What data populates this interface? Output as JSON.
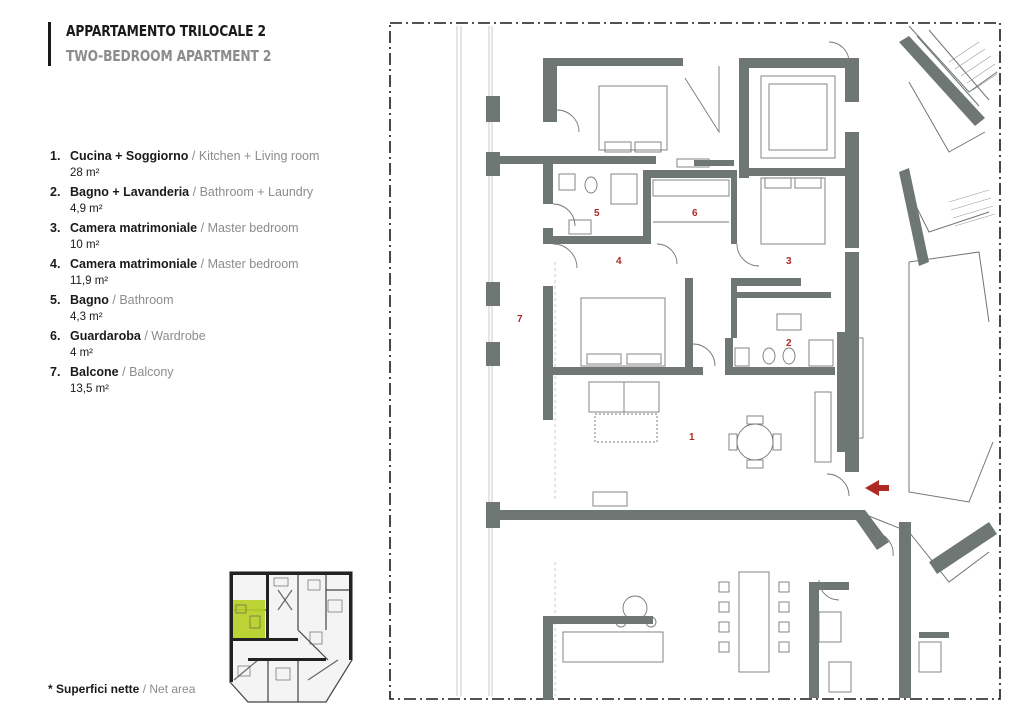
{
  "header": {
    "title": "APPARTAMENTO TRILOCALE 2",
    "subtitle": "TWO-BEDROOM APARTMENT 2"
  },
  "rooms": [
    {
      "num": "1.",
      "it": "Cucina + Soggiorno",
      "en": "Kitchen + Living room",
      "area": "28 m²"
    },
    {
      "num": "2.",
      "it": "Bagno + Lavanderia",
      "en": "Bathroom + Laundry",
      "area": "4,9 m²"
    },
    {
      "num": "3.",
      "it": "Camera matrimoniale",
      "en": "Master bedroom",
      "area": "10 m²"
    },
    {
      "num": "4.",
      "it": "Camera matrimoniale",
      "en": "Master bedroom",
      "area": "11,9 m²"
    },
    {
      "num": "5.",
      "it": "Bagno",
      "en": "Bathroom",
      "area": "4,3 m²"
    },
    {
      "num": "6.",
      "it": "Guardaroba",
      "en": "Wardrobe",
      "area": "4 m²"
    },
    {
      "num": "7.",
      "it": "Balcone",
      "en": "Balcony",
      "area": "13,5 m²"
    }
  ],
  "separator": " / ",
  "footnote": {
    "it": "* Superfici nette",
    "en": "Net area"
  },
  "plan_labels": {
    "r1": "1",
    "r2": "2",
    "r3": "3",
    "r4": "4",
    "r5": "5",
    "r6": "6",
    "r7": "7"
  },
  "colors": {
    "wall": "#6f7775",
    "label_red": "#b02a24",
    "highlight": "#b5cf1f",
    "text_gray": "#8c8c8c"
  }
}
